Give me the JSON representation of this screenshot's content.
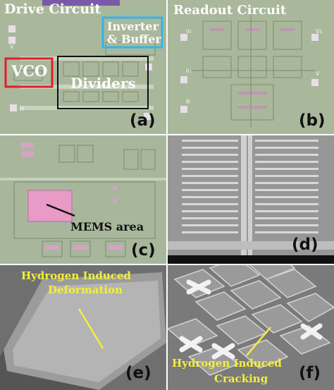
{
  "panels": {
    "a": {
      "letter": "(a)",
      "title": "Drive Circuit",
      "block_inverter": "Inverter\n& Buffer",
      "block_vco": "VCO",
      "block_dividers": "Dividers",
      "pad_labels": [
        "V",
        "H"
      ]
    },
    "b": {
      "letter": "(b)",
      "title": "Readout Circuit",
      "pad_labels": [
        "In",
        "Vc",
        "In",
        "V",
        "R"
      ]
    },
    "c": {
      "letter": "(c)",
      "callout": "MEMS area"
    },
    "d": {
      "letter": "(d)"
    },
    "e": {
      "letter": "(e)",
      "callout_line1": "Hydrogen Induced",
      "callout_line2": "Deformation"
    },
    "f": {
      "letter": "(f)",
      "callout_line1": "Hydrogen Induced",
      "callout_line2": "Cracking"
    }
  },
  "colors": {
    "chip_green": "#a9b89b",
    "vco_box": "#e0202a",
    "inverter_box": "#34b4e8",
    "dividers_box": "#111111",
    "mems_pink": "#e79bc6",
    "sem_gray": "#9a9a9a",
    "callout_yellow": "#f3ef3a"
  }
}
